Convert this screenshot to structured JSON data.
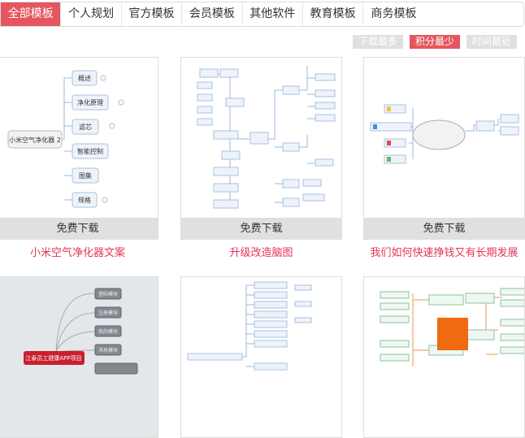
{
  "tabs": [
    "全部模板",
    "个人规划",
    "官方模板",
    "会员模板",
    "其他软件",
    "教育模板",
    "商务模板"
  ],
  "active_tab": 0,
  "sort": {
    "options": [
      "下载最多",
      "积分最少",
      "时间最近"
    ],
    "active": 1
  },
  "cards": [
    {
      "title": "小米空气净化器文案",
      "download": "免费下载",
      "thumb": {
        "root": "小米空气净化器 2",
        "nodes": [
          "概述",
          "净化原理",
          "滤芯",
          "智能控制",
          "图集",
          "规格"
        ]
      }
    },
    {
      "title": "升级改造脑图",
      "download": "免费下载"
    },
    {
      "title": "我们如何快速挣钱又有长期发展",
      "download": "免费下载"
    },
    {
      "thumb": {
        "root": "江泰员工健康APP项目",
        "nodes": [
          "登陆模块",
          "注册模块",
          "我的模块",
          "消息模块"
        ]
      }
    },
    {},
    {}
  ],
  "colors": {
    "accent": "#e5565e",
    "title": "#e5345a"
  }
}
